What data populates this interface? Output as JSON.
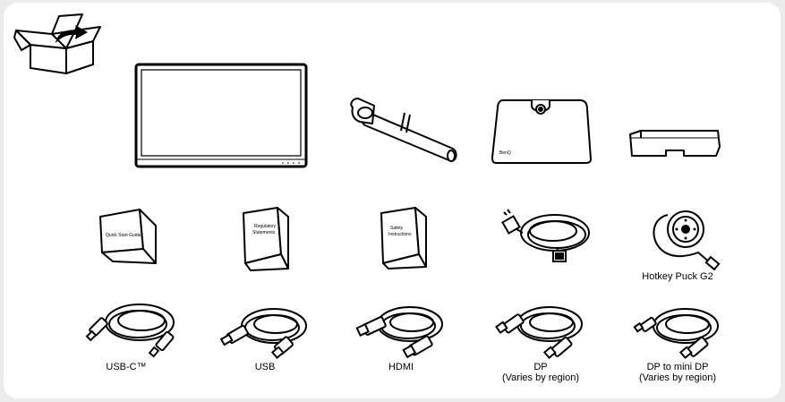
{
  "booklets": {
    "quick_start": "Quick Start Guide",
    "regulatory_line1": "Regulatory",
    "regulatory_line2": "Statements",
    "safety_line1": "Safety",
    "safety_line2": "Instructions"
  },
  "stand_base_logo": "BenQ",
  "labels": {
    "hotkey_puck": "Hotkey Puck G2",
    "usb_c": "USB-C™",
    "usb": "USB",
    "hdmi": "HDMI",
    "dp_line1": "DP",
    "dp_line2": "(Varies by region)",
    "dp_mini_line1": "DP to mini DP",
    "dp_mini_line2": "(Varies by region)"
  },
  "icons": [
    "unboxing-icon"
  ]
}
